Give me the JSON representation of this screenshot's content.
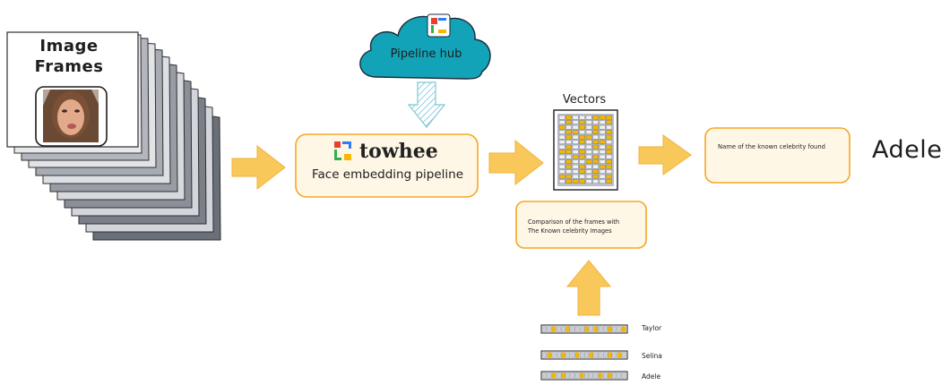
{
  "frames": {
    "title_line1": "Image",
    "title_line2": "Frames"
  },
  "hub": {
    "label": "Pipeline hub"
  },
  "pipeline": {
    "brand": "towhee",
    "subtitle": "Face embedding pipeline"
  },
  "vectors": {
    "title": "Vectors"
  },
  "comparison": {
    "line1": "Comparison of the frames with",
    "line2": "The Known celebrity Images"
  },
  "result": {
    "box_text": "Name of the known celebrity found",
    "name": "Adele"
  },
  "celebrities": [
    {
      "name": "Taylor"
    },
    {
      "name": "Selina"
    },
    {
      "name": "Adele"
    }
  ],
  "colors": {
    "accent_orange": "#f5b700",
    "arrow_fill": "#f8c95a",
    "box_fill": "#fff7e6",
    "box_border": "#f5a623",
    "cloud_fill": "#13a3b8",
    "cell_gray": "#c9cdd6"
  },
  "icons": [
    "towhee-logo-icon",
    "cloud-icon",
    "down-arrow-icon",
    "right-arrow-icon",
    "up-arrow-icon"
  ]
}
